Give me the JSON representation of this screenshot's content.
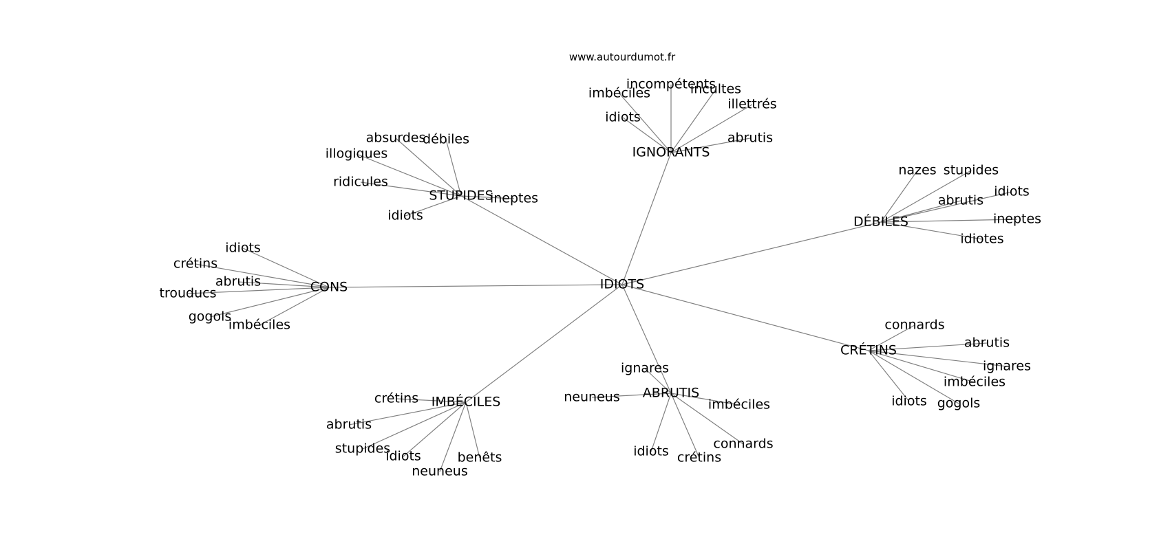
{
  "website": "www.autourdumot.fr",
  "graph": {
    "center": "IDIOTS",
    "clusters": [
      {
        "hub": "IGNORANTS",
        "leaves": [
          "imbéciles",
          "incompétents",
          "incultes",
          "illettrés",
          "idiots",
          "abrutis"
        ]
      },
      {
        "hub": "STUPIDES",
        "leaves": [
          "absurdes",
          "débiles",
          "illogiques",
          "ridicules",
          "idiots",
          "ineptes"
        ]
      },
      {
        "hub": "DÉBILES",
        "leaves": [
          "nazes",
          "stupides",
          "idiots",
          "abrutis",
          "ineptes",
          "idiotes"
        ]
      },
      {
        "hub": "CONS",
        "leaves": [
          "idiots",
          "crétins",
          "abrutis",
          "trouducs",
          "gogols",
          "imbéciles"
        ]
      },
      {
        "hub": "CRÉTINS",
        "leaves": [
          "connards",
          "abrutis",
          "ignares",
          "imbéciles",
          "idiots",
          "gogols"
        ]
      },
      {
        "hub": "IMBÉCILES",
        "leaves": [
          "crétins",
          "abrutis",
          "stupides",
          "idiots",
          "neuneus",
          "benêts"
        ]
      },
      {
        "hub": "ABRUTIS",
        "leaves": [
          "ignares",
          "neuneus",
          "imbéciles",
          "connards",
          "idiots",
          "crétins"
        ]
      }
    ]
  }
}
